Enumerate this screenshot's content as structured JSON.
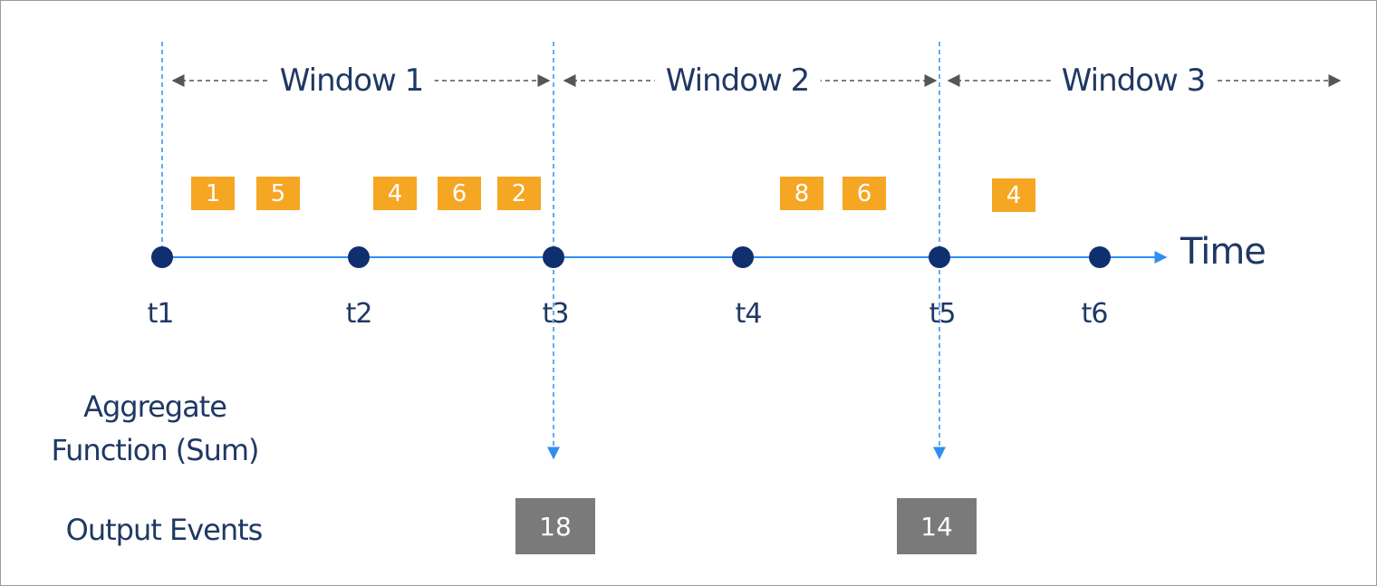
{
  "windows": [
    {
      "label": "Window 1"
    },
    {
      "label": "Window 2"
    },
    {
      "label": "Window 3"
    }
  ],
  "events": [
    "1",
    "5",
    "4",
    "6",
    "2",
    "8",
    "6",
    "4"
  ],
  "ticks": [
    "t1",
    "t2",
    "t3",
    "t4",
    "t5",
    "t6"
  ],
  "axis_label": "Time",
  "aggregate_label_line1": "Aggregate",
  "aggregate_label_line2": "Function (Sum)",
  "output_label": "Output Events",
  "outputs": [
    "18",
    "14"
  ],
  "colors": {
    "event_fill": "#f5a623",
    "output_fill": "#7a7a7a",
    "timeline": "#2f8ff0",
    "tick_dot": "#0f2f6e",
    "window_arrow": "#555555",
    "text": "#1f3864"
  }
}
